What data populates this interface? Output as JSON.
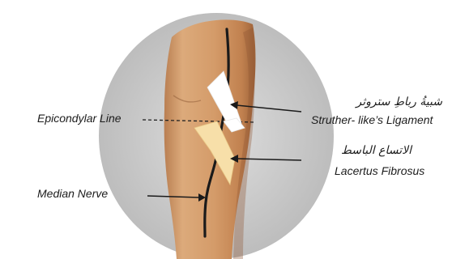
{
  "labels": {
    "epicondylar_line": "Epicondylar Line",
    "median_nerve": "Median Nerve",
    "struther_arabic": "شبيةُ رباطِ ستروثر",
    "struther_english": "Struther- like’s Ligament",
    "lacertus_arabic": "الاتساع الباسط",
    "lacertus_english": "Lacertus Fibrosus"
  },
  "colors": {
    "background_ellipse": "#c9c9c9",
    "skin": "#d6a070",
    "skin_shadow": "#a86e44",
    "nerve": "#1a1a1a",
    "ligament": "#ffffff",
    "lacertus": "#f7dfa9"
  }
}
